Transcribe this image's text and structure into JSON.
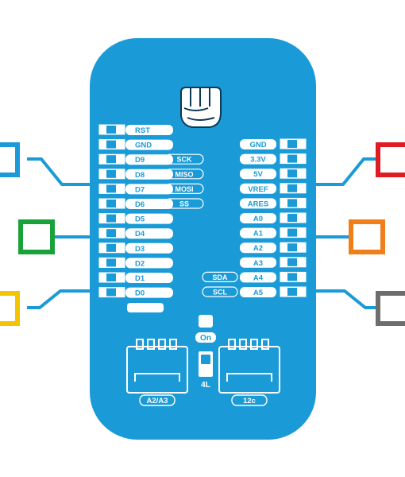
{
  "colors": {
    "board": "#1a9bd7",
    "wire": "#1a9bd7",
    "pin": "#ffffff",
    "pin_stroke": "#1a9bd7",
    "label_fill": "#ffffff",
    "label_text": "#1a9bd7",
    "outline_text": "#ffffff",
    "module_blue": "#1a9bd7",
    "module_green": "#1aa23a",
    "module_yellow": "#f5c400",
    "module_red": "#e01b24",
    "module_orange": "#f07f1a",
    "module_gray": "#6d6d6d"
  },
  "logo": {
    "icon": "fist-icon"
  },
  "left_header": {
    "pins": [
      {
        "label": "RST",
        "alt": ""
      },
      {
        "label": "GND",
        "alt": ""
      },
      {
        "label": "D9",
        "alt": "SCK"
      },
      {
        "label": "D8",
        "alt": "MISO"
      },
      {
        "label": "D7",
        "alt": "MOSI"
      },
      {
        "label": "D6",
        "alt": "SS"
      },
      {
        "label": "D5",
        "alt": ""
      },
      {
        "label": "D4",
        "alt": ""
      },
      {
        "label": "D3",
        "alt": ""
      },
      {
        "label": "D2",
        "alt": ""
      },
      {
        "label": "D1",
        "alt": ""
      },
      {
        "label": "D0",
        "alt": ""
      }
    ],
    "bottom_blank_label": ""
  },
  "right_header": {
    "pins": [
      {
        "label": "GND",
        "alt": ""
      },
      {
        "label": "3.3V",
        "alt": ""
      },
      {
        "label": "5V",
        "alt": ""
      },
      {
        "label": "VREF",
        "alt": ""
      },
      {
        "label": "ARES",
        "alt": ""
      },
      {
        "label": "A0",
        "alt": ""
      },
      {
        "label": "A1",
        "alt": ""
      },
      {
        "label": "A2",
        "alt": ""
      },
      {
        "label": "A3",
        "alt": ""
      },
      {
        "label": "A4",
        "alt": "SDA"
      },
      {
        "label": "A5",
        "alt": "SCL"
      }
    ]
  },
  "switch": {
    "top_label": "On",
    "bottom_label": "4L"
  },
  "connectors": {
    "left_label": "A2/A3",
    "right_label": "12c"
  },
  "modules": {
    "left": [
      "module_blue",
      "module_green",
      "module_yellow"
    ],
    "right": [
      "module_red",
      "module_orange",
      "module_gray"
    ]
  }
}
